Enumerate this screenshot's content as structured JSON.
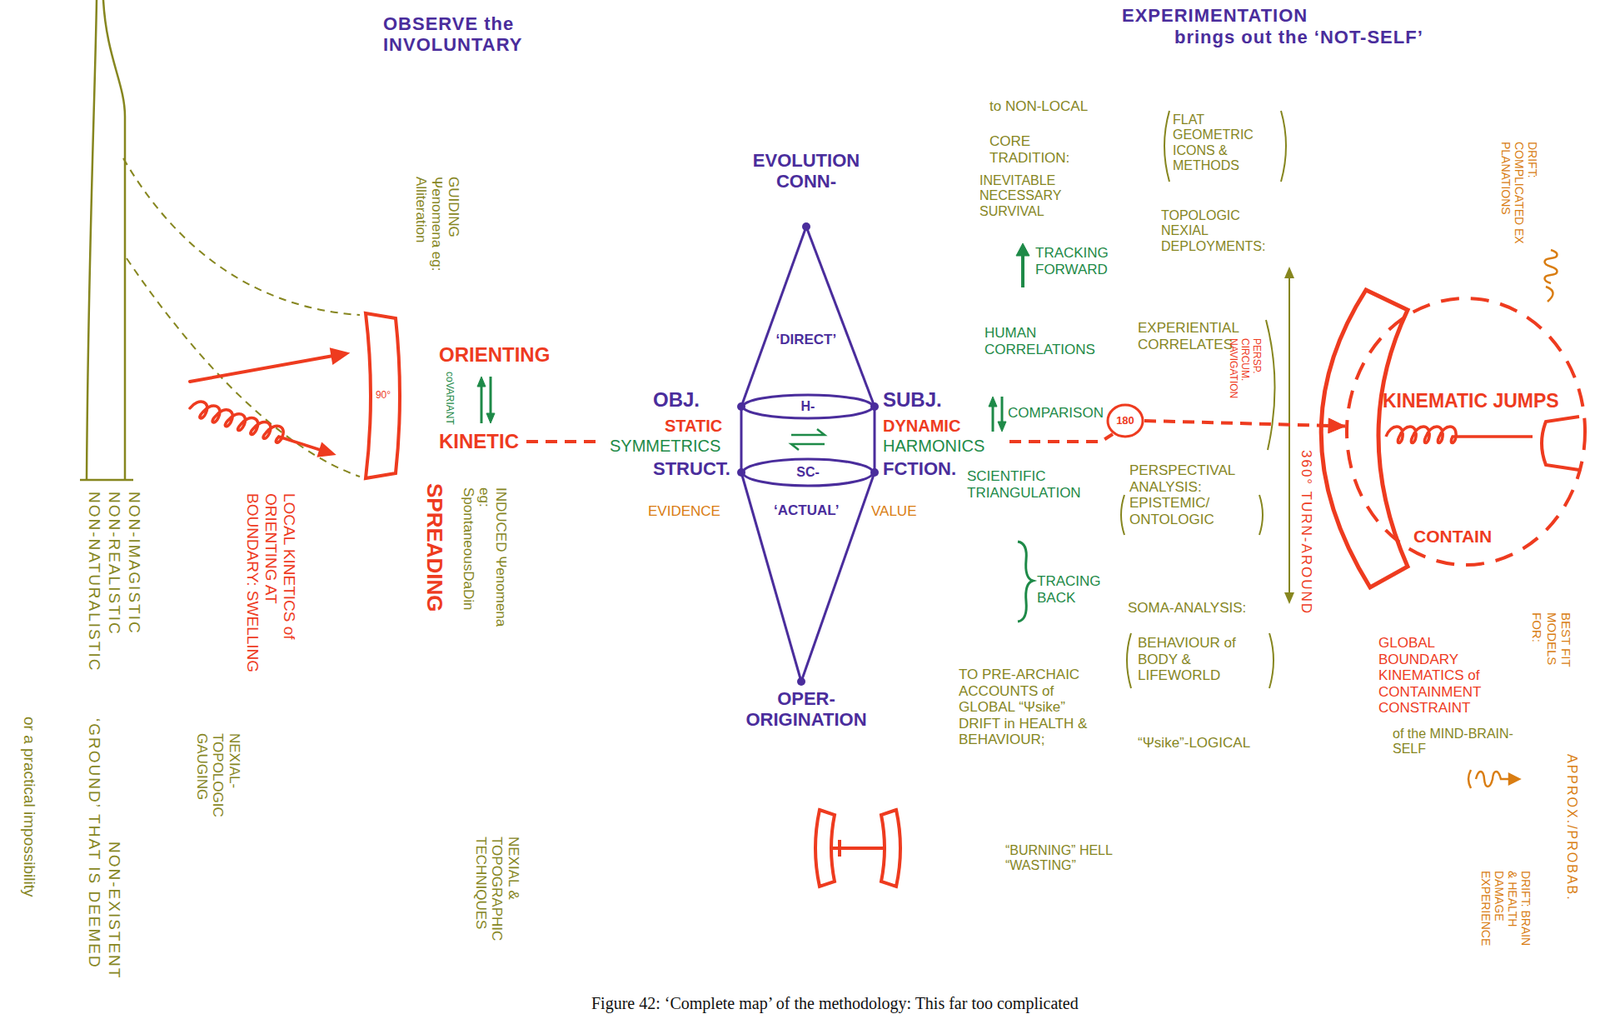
{
  "diagram": {
    "caption": "Figure 42: ‘Complete map’ of the methodology: This far too complicated",
    "nodes": [
      {
        "text": [
          "90°"
        ]
      },
      {
        "text": [
          "H-"
        ]
      },
      {
        "text": [
          "SC-"
        ]
      },
      {
        "text": [
          "180"
        ]
      },
      {
        "text": [
          "KINEMATIC JUMPS",
          "CONTAIN"
        ]
      }
    ],
    "edges": [
      {
        "from": 1,
        "to": 2,
        "arrow": "none"
      },
      {
        "from": 1,
        "to": 2,
        "arrow": "none"
      },
      {
        "from": 3,
        "to": 4,
        "arrow": "to"
      }
    ],
    "labels": [
      "OBSERVE the INVOLUNTARY",
      "EXPERIMENTATION",
      "brings out the ‘NOT-SELF’",
      "GUIDING Ψenomena eg: Alliteration",
      "NON-NATURALISTIC",
      "NON-REALISTIC",
      "NON-IMAGISTIC",
      "‘GROUND’ THAT IS DEEMED",
      "NON-EXISTENT",
      "or a practical impossibility",
      "ORIENTING",
      "coVARIANT",
      "KINETIC",
      "LOCAL KINETICS of ORIENTING AT BOUNDARY: SWELLING",
      "SPREADING",
      "INDUCED Ψenomena eg: SpontaneousDaDin",
      "NEXIAL-TOPOLOGIC GAUGING",
      "NEXIAL & TOPOGRAPHIC TECHNIQUES",
      "EVOLUTION CONN-",
      "‘DIRECT’",
      "OBJ.",
      "SUBJ.",
      "STATIC",
      "DYNAMIC",
      "SYMMETRICS",
      "HARMONICS",
      "STRUCT.",
      "FCTION.",
      "EVIDENCE",
      "‘ACTUAL’",
      "VALUE",
      "OPER-ORIGINATION",
      "to NON-LOCAL",
      "CORE TRADITION:",
      "INEVITABLE NECESSARY SURVIVAL",
      "TRACKING FORWARD",
      "HUMAN CORRELATIONS",
      "COMPARISON",
      "SCIENTIFIC TRIANGULATION",
      "TRACING BACK",
      "TO PRE-ARCHAIC ACCOUNTS of GLOBAL “Ψsike” DRIFT in HEALTH & BEHAVIOUR;",
      "“BURNING” HELL “WASTING”",
      "FLAT GEOMETRIC ICONS & METHODS",
      "TOPOLOGIC NEXIAL DEPLOYMENTS:",
      "EXPERIENTIAL CORRELATES",
      "PERSP. CIRCUM. NAVIGATION",
      "PERSPECTIVAL ANALYSIS: EPISTEMIC/ ONTOLOGIC",
      "SOMA-ANALYSIS:",
      "BEHAVIOUR of BODY & LIFEWORLD",
      "“Ψsike”-LOGICAL",
      "360° TURN-AROUND",
      "GLOBAL BOUNDARY KINEMATICS of CONTAINMENT CONSTRAINT",
      "of the MIND-BRAIN-SELF",
      "DRIFT: COMPLICATED EX PLANATIONS",
      "BEST FIT MODELS FOR:",
      "APPROX./PROBAB.",
      "DRIFT: BRAIN & HEALTH DAMAGE EXPERIENCE"
    ]
  }
}
